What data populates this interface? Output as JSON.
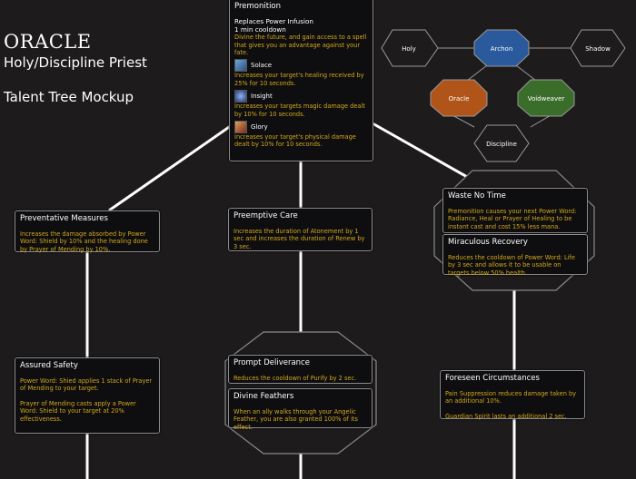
{
  "header": {
    "name": "ORACLE",
    "spec": "Holy/Discipline Priest",
    "subtitle": "Talent Tree Mockup"
  },
  "hex_nav": {
    "nodes": [
      {
        "label": "Holy",
        "color": "#1d1b1c"
      },
      {
        "label": "Archon",
        "color": "#2a5a9c"
      },
      {
        "label": "Shadow",
        "color": "#1d1b1c"
      },
      {
        "label": "Oracle",
        "color": "#b0541a"
      },
      {
        "label": "Voidweaver",
        "color": "#3a6d2a"
      },
      {
        "label": "Discipline",
        "color": "#1d1b1c"
      }
    ]
  },
  "premonition": {
    "title": "Premonition",
    "replaces": "Replaces Power Infusion",
    "cooldown": "1 min cooldown",
    "desc": "Divine the future, and gain access to a spell that gives you an advantage against your fate.",
    "options": [
      {
        "name": "Solace",
        "icon": "solace-icon",
        "desc": "Increases your target's healing received by 25% for 10 seconds."
      },
      {
        "name": "Insight",
        "icon": "insight-icon",
        "desc": "Increases your targets magic damage dealt by 10% for 10 seconds."
      },
      {
        "name": "Glory",
        "icon": "glory-icon",
        "desc": "Increases your target's physical damage dealt by 10% for 10 seconds."
      }
    ]
  },
  "talents": {
    "preventative": {
      "title": "Preventative Measures",
      "desc": "Increases the damage absorbed by Power Word: Shield by 10% and the healing done by Prayer of Mending by 10%."
    },
    "preemptive": {
      "title": "Preemptive Care",
      "desc": "Increases the duration of Atonement by 1 sec and increases the duration of Renew by 3 sec."
    },
    "waste": {
      "title": "Waste No Time",
      "desc": "Premonition causes your next Power Word: Radiance, Heal or Prayer of Healing to be instant cast and cost 15% less mana."
    },
    "miraculous": {
      "title": "Miraculous Recovery",
      "desc": "Reduces the cooldown of Power Word: Life by 3 sec and allows it to be usable on targets below 50% health."
    },
    "assured": {
      "title": "Assured Safety",
      "desc1": "Power Word: Shied applies 1 stack of Prayer of Mending to your target.",
      "desc2": "Prayer of Mending casts apply a Power Word: Shield to your target at 20% effectiveness."
    },
    "prompt": {
      "title": "Prompt Deliverance",
      "desc": "Reduces the cooldown of Purify by 2 sec."
    },
    "feathers": {
      "title": "Divine Feathers",
      "desc": "When an ally walks through your Angelic Feather, you are also granted 100% of its effect."
    },
    "foreseen": {
      "title": "Foreseen Circumstances",
      "desc1": "Pain Suppression reduces damage taken by an additional 10%.",
      "desc2": "Guardian Spirit lasts an additional 2 sec."
    }
  }
}
